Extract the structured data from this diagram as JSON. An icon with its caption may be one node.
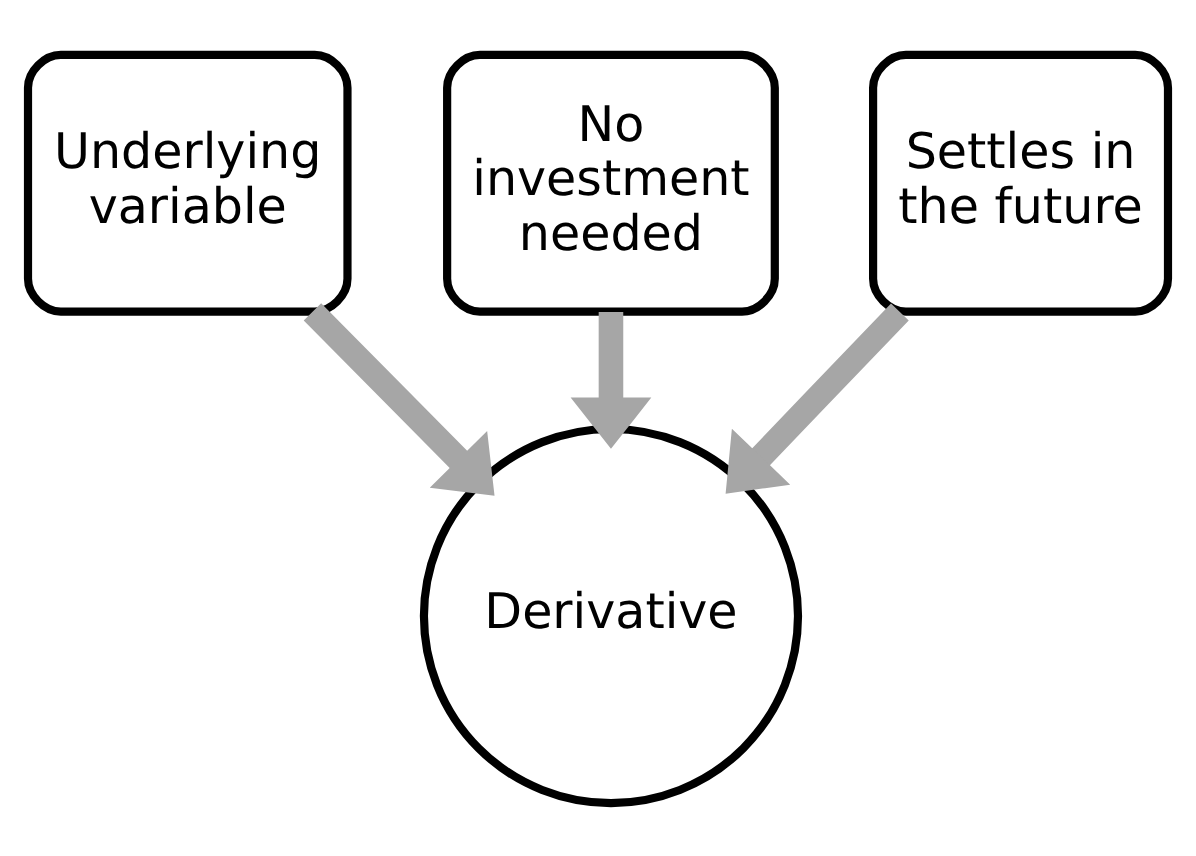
{
  "diagram": {
    "nodes": [
      {
        "text": [
          "Underlying variable"
        ]
      },
      {
        "text": [
          "No investment needed"
        ]
      },
      {
        "text": [
          "Settles in the future"
        ]
      },
      {
        "text": [
          "Derivative"
        ]
      }
    ],
    "edges": [
      {
        "from": 0,
        "to": 3,
        "arrow": "to"
      },
      {
        "from": 1,
        "to": 3,
        "arrow": "to"
      },
      {
        "from": 2,
        "to": 3,
        "arrow": "to"
      }
    ]
  }
}
